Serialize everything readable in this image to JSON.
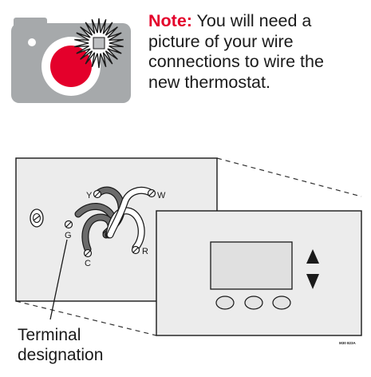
{
  "note": {
    "lead": "Note:",
    "lines": [
      "You will need a",
      "picture of your wire",
      "connections to wire the",
      "new thermostat."
    ]
  },
  "terminals": {
    "y": "Y",
    "w": "W",
    "g": "G",
    "c": "C",
    "r": "R"
  },
  "callout": {
    "line1": "Terminal",
    "line2": "designation"
  },
  "figure_code": "M30 823A",
  "colors": {
    "camera_body": "#a6a9ab",
    "lens": "#e4002b",
    "note_lead": "#e4002b",
    "plate": "#ececec",
    "wire": "#6b6b6b"
  }
}
